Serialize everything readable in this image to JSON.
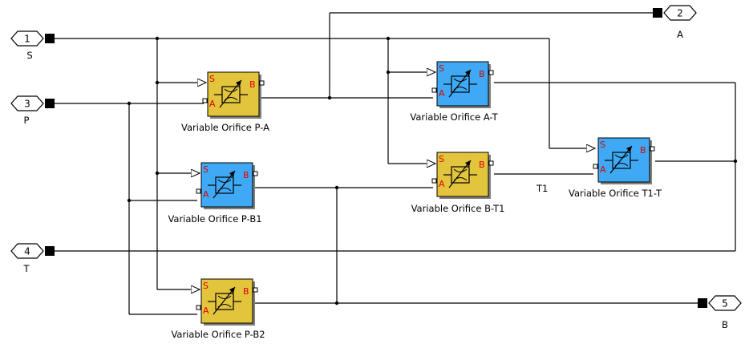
{
  "ports": [
    {
      "id": "port-1",
      "number": "1",
      "name": "S"
    },
    {
      "id": "port-3",
      "number": "3",
      "name": "P"
    },
    {
      "id": "port-4",
      "number": "4",
      "name": "T"
    },
    {
      "id": "port-2",
      "number": "2",
      "name": "A"
    },
    {
      "id": "port-5",
      "number": "5",
      "name": "B"
    }
  ],
  "blocks": [
    {
      "id": "orifice-pa",
      "label": "Variable Orifice P-A",
      "color": "#E2C43D"
    },
    {
      "id": "orifice-pb1",
      "label": "Variable Orifice P-B1",
      "color": "#3FA9F5"
    },
    {
      "id": "orifice-pb2",
      "label": "Variable Orifice P-B2",
      "color": "#E2C43D"
    },
    {
      "id": "orifice-at",
      "label": "Variable Orifice A-T",
      "color": "#3FA9F5"
    },
    {
      "id": "orifice-bt1",
      "label": "Variable Orifice B-T1",
      "color": "#E2C43D"
    },
    {
      "id": "orifice-t1t",
      "label": "Variable Orifice T1-T",
      "color": "#3FA9F5"
    }
  ],
  "pin_labels": {
    "s": "S",
    "a": "A",
    "b": "B"
  },
  "signal_labels": {
    "t1": "T1"
  }
}
